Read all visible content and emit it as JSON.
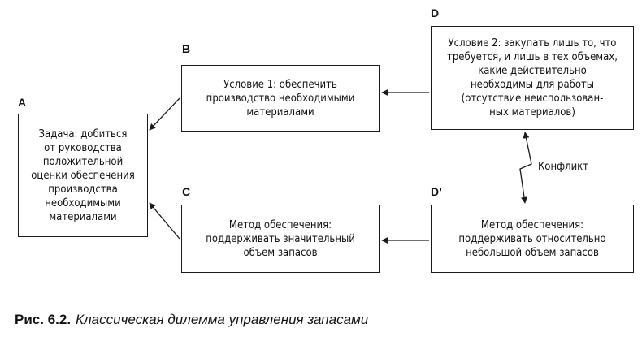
{
  "nodes": {
    "a": {
      "letter": "A",
      "text": "Задача: добиться\nот руководства\nположительной\nоценки обеспечения\nпроизводства\nнеобходимыми\nматериалами"
    },
    "b": {
      "letter": "B",
      "text": "Условие 1: обеспечить\nпроизводство необходимыми\nматериалами"
    },
    "c": {
      "letter": "C",
      "text": "Метод обеспечения:\nподдерживать значительный\nобъем запасов"
    },
    "d": {
      "letter": "D",
      "text": "Условие 2: закупать лишь то, что\nтребуется, и лишь в тех объемах,\nкакие действительно\nнеобходимы для работы\n(отсутствие неиспользован-\nных материалов)"
    },
    "d_prime": {
      "letter": "D’",
      "text": "Метод обеспечения:\nподдерживать относительно\nнебольшой объем запасов"
    }
  },
  "conflict_label": "Конфликт",
  "caption": {
    "number": "Рис. 6.2.",
    "text": "Классическая дилемма управления запасами"
  },
  "colors": {
    "stroke": "#1a1a1a",
    "background": "#ffffff"
  }
}
